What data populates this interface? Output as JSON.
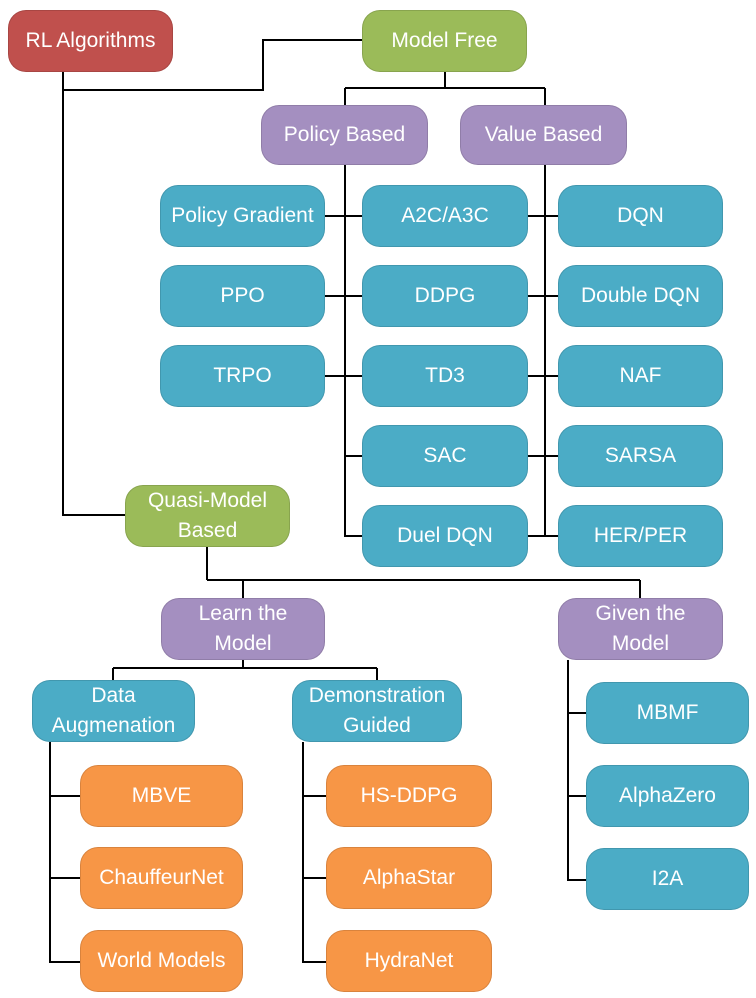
{
  "diagram": {
    "root": "RL Algorithms",
    "model_free": {
      "label": "Model Free",
      "policy_based": "Policy Based",
      "value_based": "Value Based",
      "policy_only": [
        "Policy Gradient",
        "PPO",
        "TRPO"
      ],
      "shared": [
        "A2C/A3C",
        "DDPG",
        "TD3",
        "SAC",
        "Duel DQN"
      ],
      "value_only": [
        "DQN",
        "Double DQN",
        "NAF",
        "SARSA",
        "HER/PER"
      ]
    },
    "quasi_model": {
      "label": "Quasi-Model\nBased",
      "learn": "Learn the\nModel",
      "given": "Given the\nModel",
      "data_aug": "Data\nAugmenation",
      "demo": "Demonstration\nGuided",
      "data_aug_items": [
        "MBVE",
        "ChauffeurNet",
        "World Models"
      ],
      "demo_items": [
        "HS-DDPG",
        "AlphaStar",
        "HydraNet"
      ],
      "given_items": [
        "MBMF",
        "AlphaZero",
        "I2A"
      ]
    },
    "colors": {
      "root": "#c0504d",
      "category": "#9bbb59",
      "subcategory": "#a48fc0",
      "algorithm": "#4bacc6",
      "leaf": "#f79646"
    }
  }
}
